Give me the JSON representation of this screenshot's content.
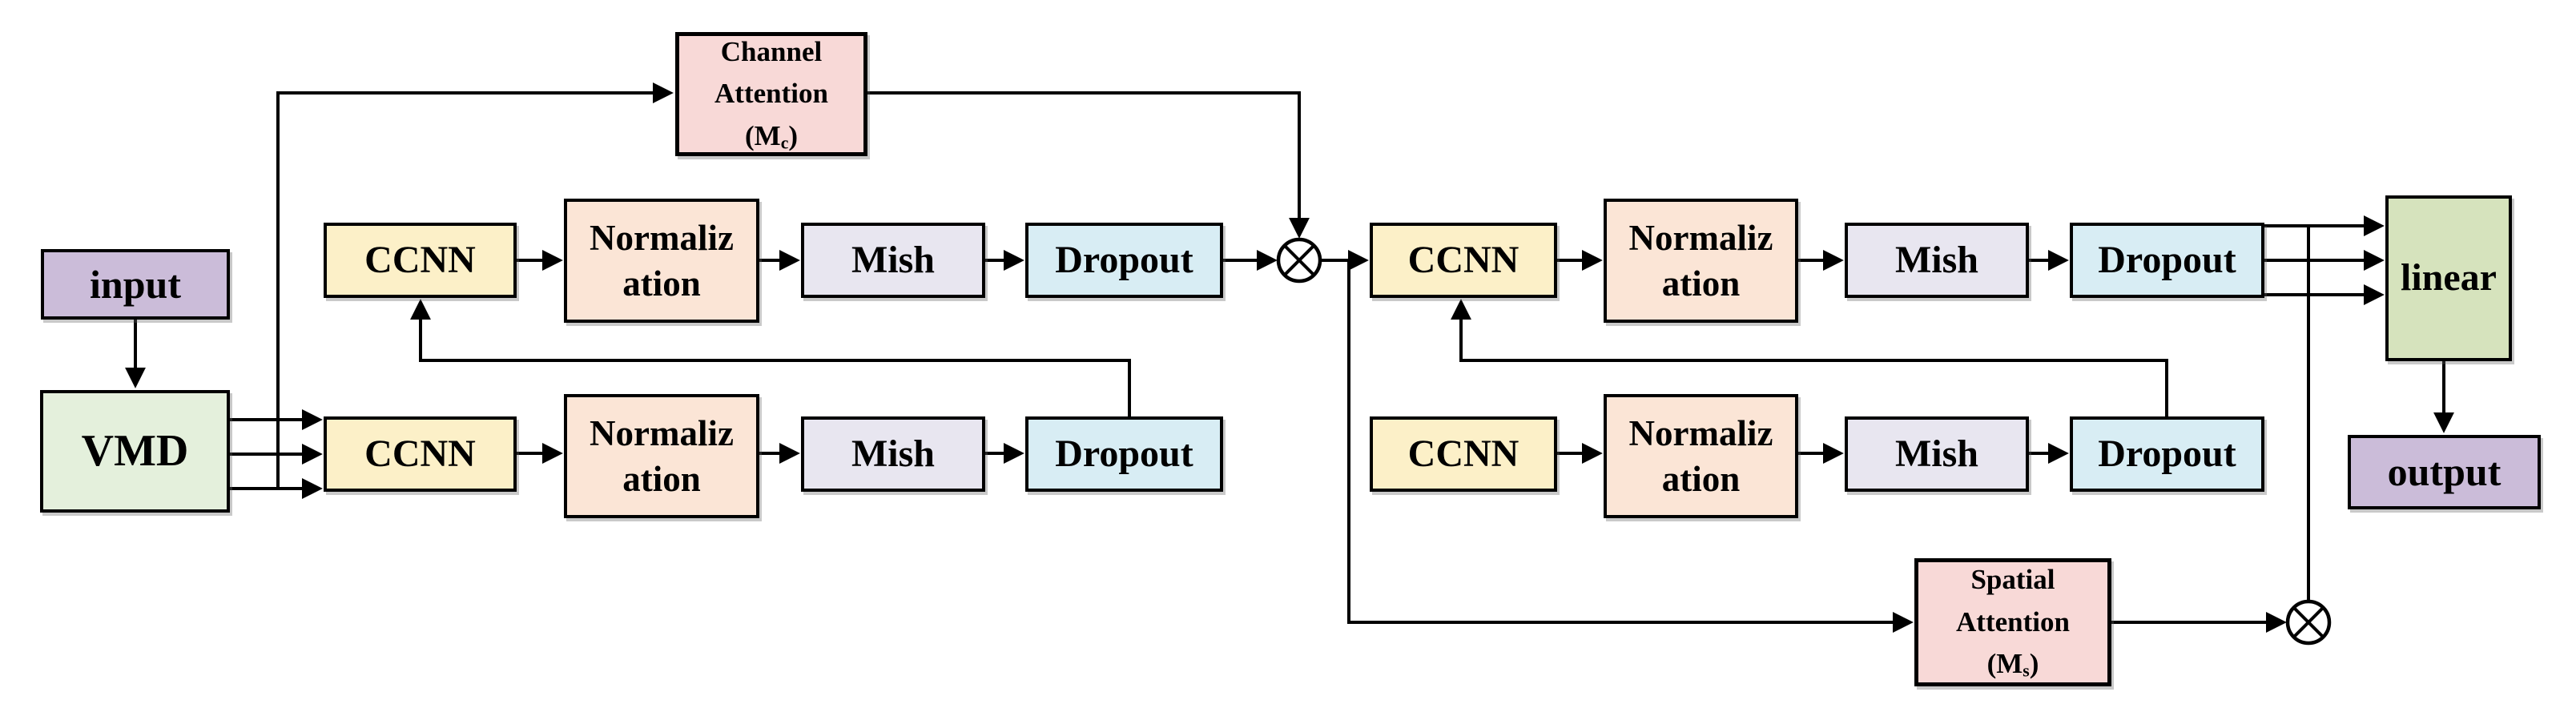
{
  "diagram": {
    "description_nodes": {
      "input": {
        "label": "input"
      },
      "vmd": {
        "label": "VMD"
      },
      "channel_attention": {
        "line1": "Channel",
        "line2": "Attention",
        "paren_open": "(",
        "symbol": "M",
        "subscript": "c",
        "paren_close": ")"
      },
      "spatial_attention": {
        "line1": "Spatial",
        "line2": "Attention",
        "paren_open": "(",
        "symbol": "M",
        "subscript": "s",
        "paren_close": ")"
      },
      "ccnn": {
        "label": "CCNN"
      },
      "normalization": {
        "line1": "Normaliz",
        "line2": "ation"
      },
      "mish": {
        "label": "Mish"
      },
      "dropout": {
        "label": "Dropout"
      },
      "linear": {
        "label": "linear"
      },
      "output": {
        "label": "output"
      },
      "multiply": {
        "symbol": "⊗"
      }
    },
    "colors": {
      "input_output_fill": "#cbbcd9",
      "vmd_fill": "#e4f0dc",
      "attention_fill": "#f8d9d7",
      "ccnn_fill": "#fcf0c8",
      "normalization_fill": "#fbe5d6",
      "mish_fill": "#e8e6f0",
      "dropout_fill": "#d8edf4",
      "linear_fill": "#d6e3bd",
      "line_color": "#000000",
      "background": "#ffffff"
    }
  }
}
